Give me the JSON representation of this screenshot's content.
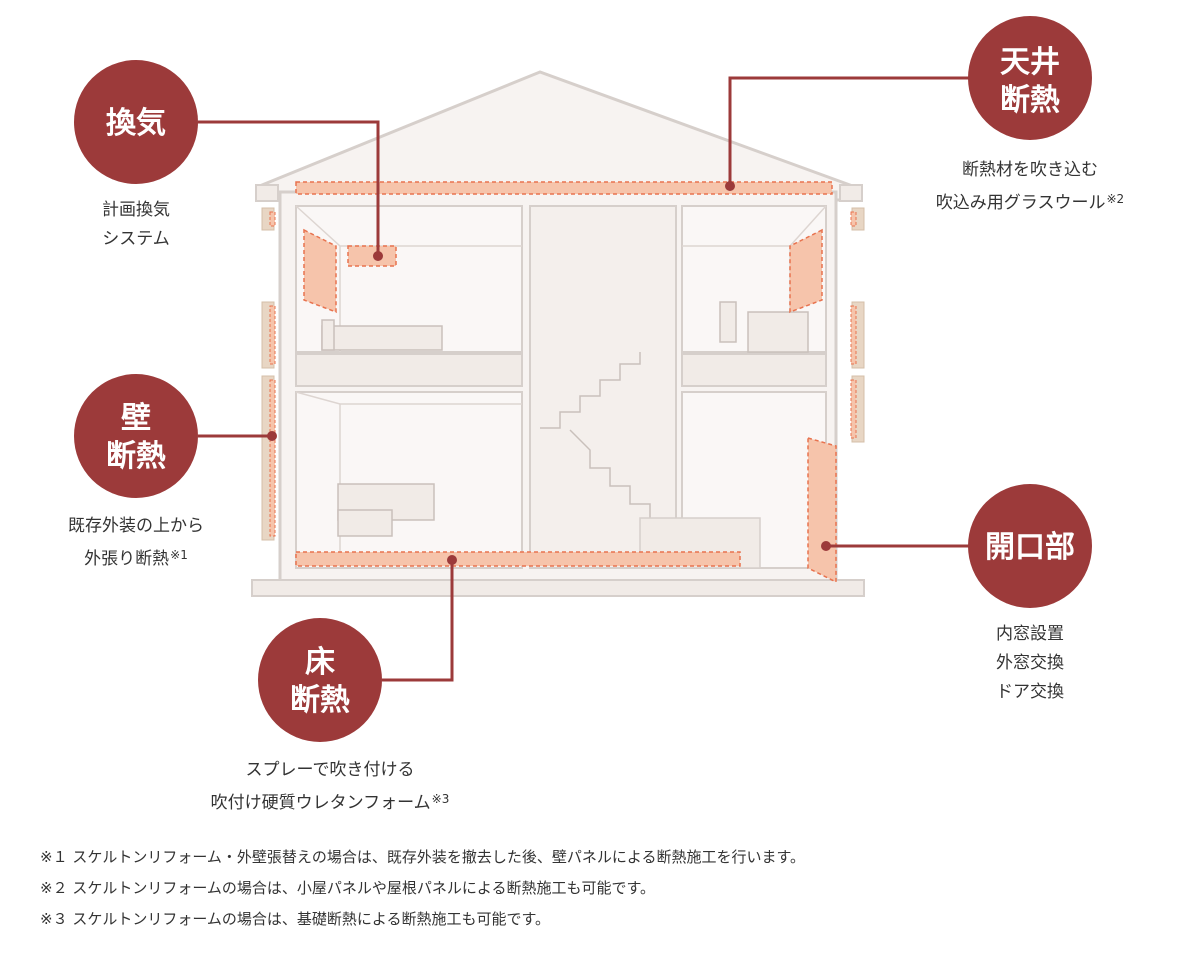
{
  "callouts": {
    "ventilation": {
      "title": "換気",
      "desc_lines": [
        "計画換気",
        "システム"
      ],
      "note_mark": ""
    },
    "ceiling": {
      "title_lines": [
        "天井",
        "断熱"
      ],
      "desc_lines": [
        "断熱材を吹き込む",
        "吹込み用グラスウール"
      ],
      "note_mark": "※2"
    },
    "wall": {
      "title_lines": [
        "壁",
        "断熱"
      ],
      "desc_lines": [
        "既存外装の上から",
        "外張り断熱"
      ],
      "note_mark": "※1"
    },
    "opening": {
      "title": "開口部",
      "desc_lines": [
        "内窓設置",
        "外窓交換",
        "ドア交換"
      ],
      "note_mark": ""
    },
    "floor": {
      "title_lines": [
        "床",
        "断熱"
      ],
      "desc_lines": [
        "スプレーで吹き付ける",
        "吹付け硬質ウレタンフォーム"
      ],
      "note_mark": "※3"
    }
  },
  "notes": [
    "※１ スケルトンリフォーム・外壁張替えの場合は、既存外装を撤去した後、壁パネルによる断熱施工を行います。",
    "※２ スケルトンリフォームの場合は、小屋パネルや屋根パネルによる断熱施工も可能です。",
    "※３ スケルトンリフォームの場合は、基礎断熱による断熱施工も可能です。"
  ],
  "colors": {
    "badge": "#9c3a3a",
    "leader": "#9c3a3a",
    "insulation_fill": "#f6c4ab",
    "insulation_dash": "#e8734f",
    "house_fill": "#f7f3f1",
    "house_stroke": "#d6cfcb",
    "cladding": "#e8d6c4"
  }
}
